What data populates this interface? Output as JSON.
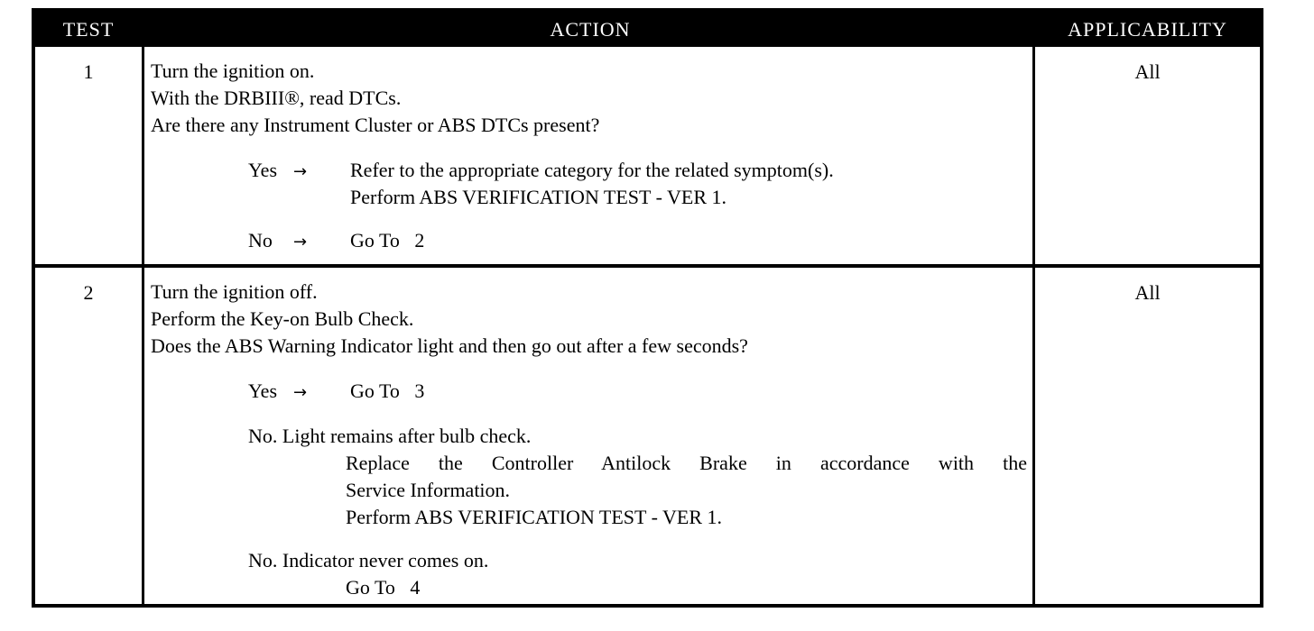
{
  "header": {
    "test": "TEST",
    "action": "ACTION",
    "applicability": "APPLICABILITY"
  },
  "rows": [
    {
      "number": "1",
      "applicability": "All",
      "lines": [
        "Turn the ignition on.",
        "With the DRBIII®, read DTCs.",
        "Are there any Instrument Cluster or ABS DTCs present?"
      ],
      "options": [
        {
          "label": "Yes",
          "arrow": "→",
          "text": [
            "Refer to the appropriate category for the related symptom(s).",
            "Perform ABS VERIFICATION TEST - VER 1."
          ]
        },
        {
          "label": "No",
          "arrow": "→",
          "text": [
            "Go To   2"
          ]
        }
      ]
    },
    {
      "number": "2",
      "applicability": "All",
      "lines": [
        "Turn the ignition off.",
        "Perform the Key-on Bulb Check.",
        "Does the ABS Warning Indicator light and then go out after a few seconds?"
      ],
      "options": [
        {
          "label": "Yes",
          "arrow": "→",
          "text": [
            "Go To   3"
          ]
        },
        {
          "label": "No. Light remains after bulb check.",
          "text": [
            "Replace the Controller Antilock Brake in accordance with the",
            "Service Information.",
            "Perform ABS VERIFICATION TEST - VER 1."
          ]
        },
        {
          "label": "No. Indicator never comes on.",
          "text": [
            "Go To   4"
          ]
        }
      ]
    }
  ]
}
